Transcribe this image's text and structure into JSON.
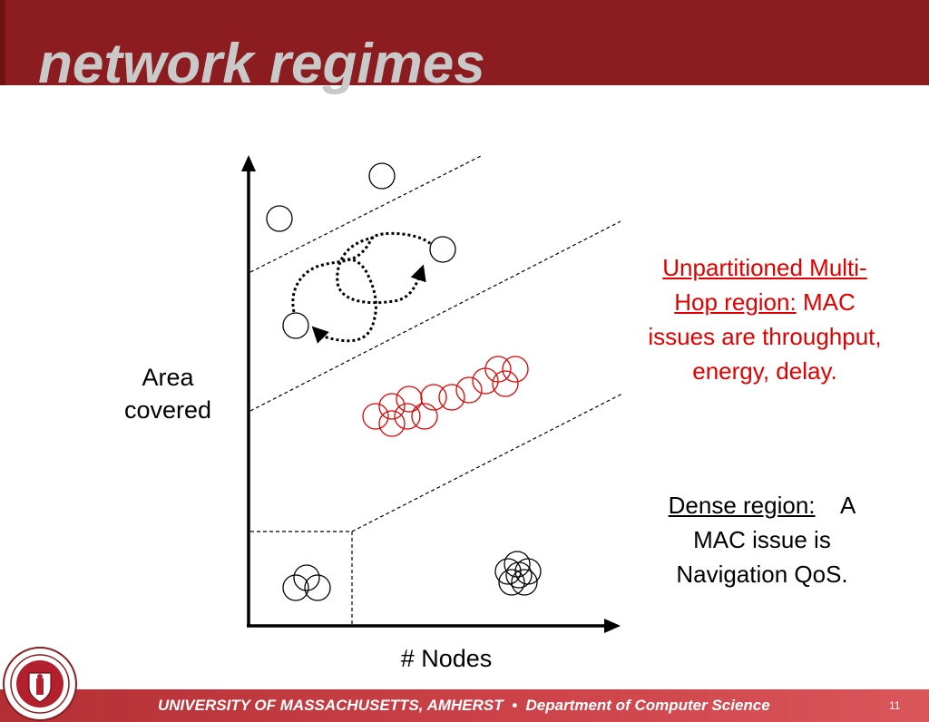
{
  "slide": {
    "title": "network regimes",
    "y_axis_label": "Area covered",
    "x_axis_label": "# Nodes",
    "notes": {
      "unpartitioned_heading": "Unpartitioned Multi-Hop region:",
      "unpartitioned_body": "MAC issues are throughput, energy, delay.",
      "dense_heading": "Dense region:",
      "dense_body": "A MAC issue is Navigation QoS."
    },
    "footer": {
      "institution": "UNIVERSITY OF MASSACHUSETTS, AMHERST",
      "separator": "•",
      "department": "Department of Computer Science",
      "page_number": "11"
    },
    "colors": {
      "header": "#8b1c1f",
      "title_text": "#c9c9c9",
      "accent_red": "#e00000",
      "footer": "#c23a40"
    },
    "icons": [
      "university-seal-icon"
    ]
  }
}
